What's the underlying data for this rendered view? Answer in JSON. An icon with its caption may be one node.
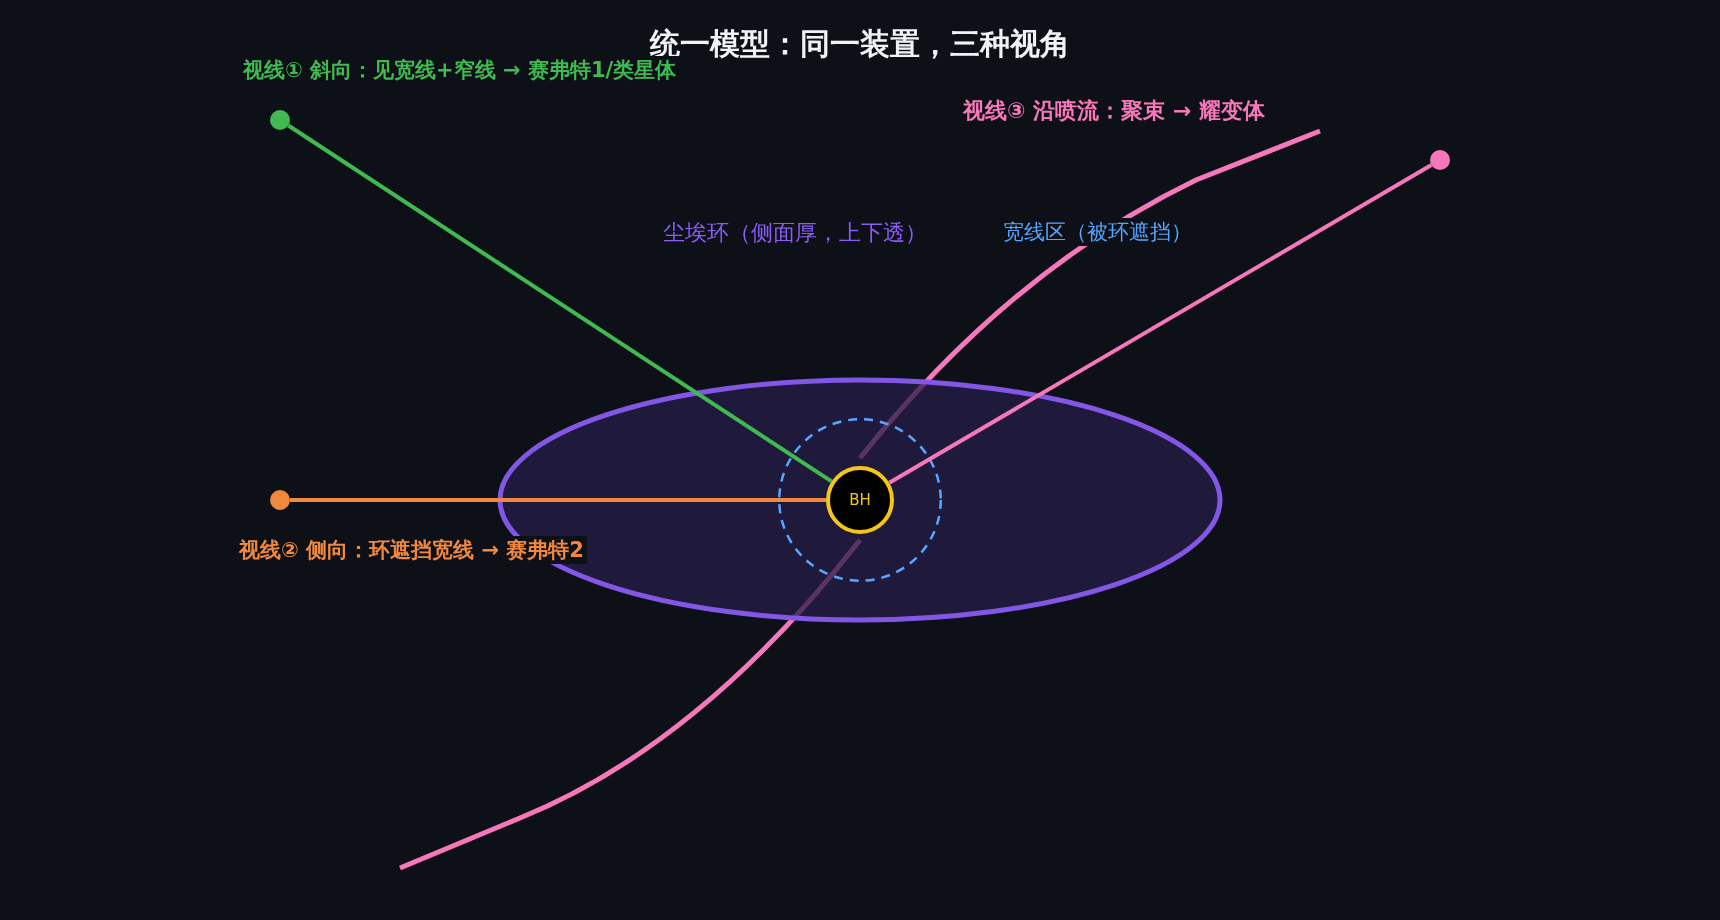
{
  "diagram": {
    "title": "统一模型：同一装置，三种视角",
    "nodes": [
      {
        "text": [],
        "shape": "ellipse"
      },
      {
        "text": [],
        "shape": "circle",
        "in": 0
      },
      {
        "text": [
          "BH"
        ],
        "in": 1
      },
      {
        "text": [],
        "shape": "circle",
        "beside": [
          "视线① 斜向：见宽线+窄线 → 赛弗特1/类星体"
        ]
      },
      {
        "text": [],
        "shape": "circle",
        "beside": [
          "视线② 侧向：环遮挡宽线 → 赛弗特2"
        ]
      },
      {
        "text": [],
        "shape": "circle"
      }
    ],
    "edges": [
      {
        "from": 3,
        "to": 2,
        "arrow": "none",
        "color": "#3fb950"
      },
      {
        "from": 4,
        "to": 2,
        "arrow": "none",
        "color": "#f0883e"
      },
      {
        "from": 5,
        "to": 2,
        "arrow": "none",
        "color": "#f778ba"
      }
    ],
    "labels": [
      "视线③ 沿喷流：聚束 → 耀变体",
      "尘埃环（侧面厚，上下透）",
      "宽线区（被环遮挡）"
    ]
  }
}
